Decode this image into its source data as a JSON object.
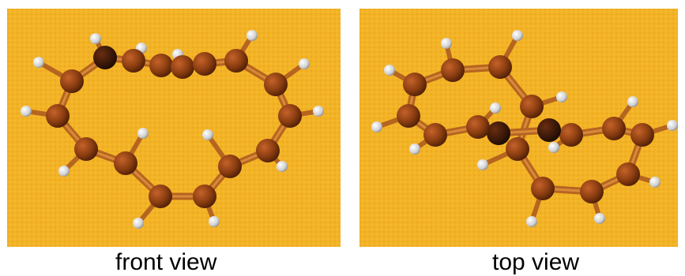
{
  "panels": [
    {
      "id": "front",
      "caption": "front view"
    },
    {
      "id": "top",
      "caption": "top view"
    }
  ],
  "colors": {
    "background": "#f3b326",
    "background_speckle": "#e39a18",
    "carbon": "#8a3d10",
    "carbon_dark": "#2d140a",
    "bond": "#b5651f",
    "hydrogen": "#d8d8d8"
  }
}
